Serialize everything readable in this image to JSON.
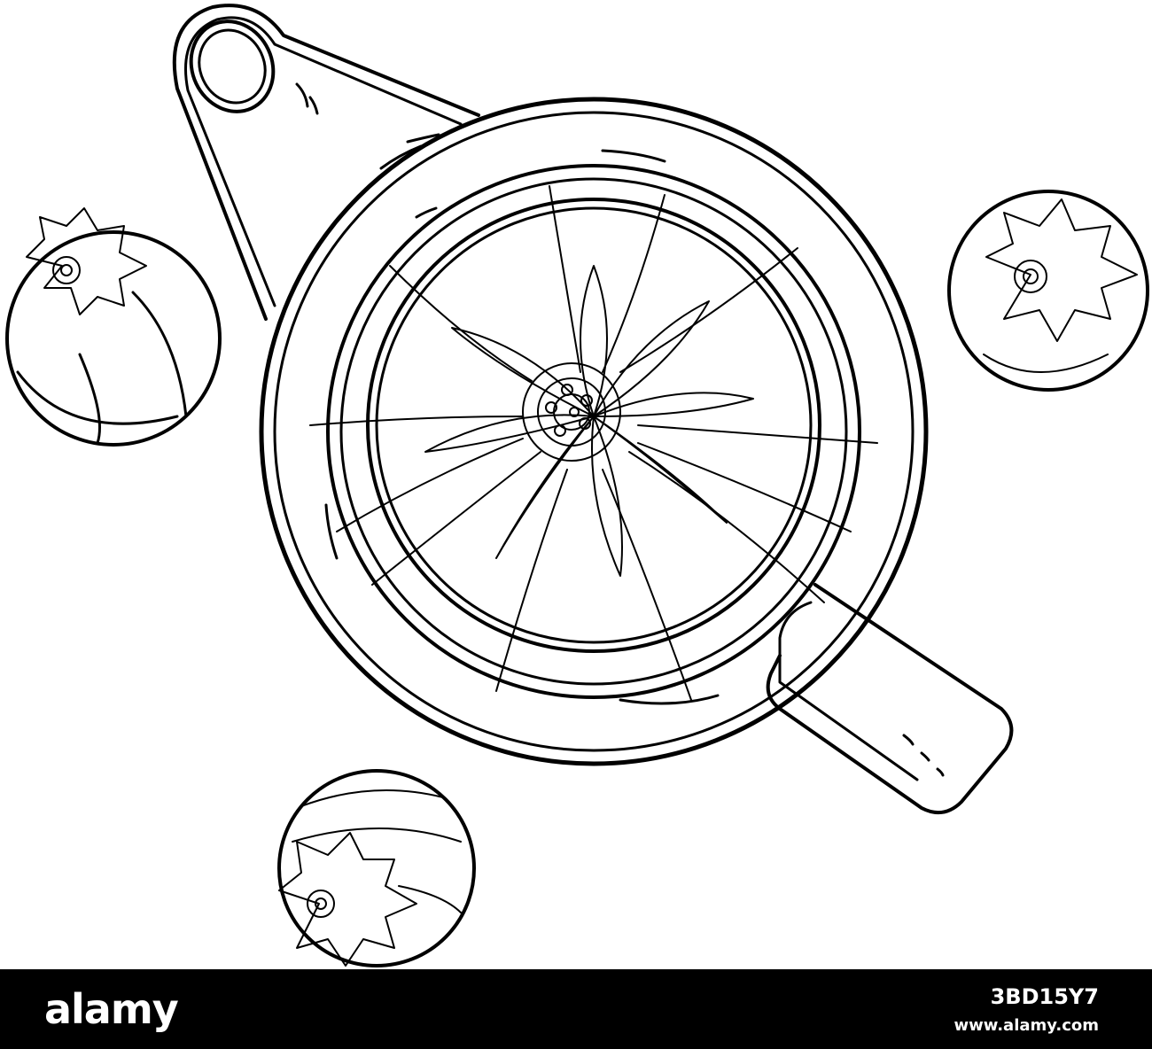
{
  "illustration": {
    "ink_color": "#000000",
    "paper_color": "#ffffff",
    "subject_icons": [
      "teapot-icon",
      "blooming-tea-flower-icon",
      "tea-ball-icon"
    ]
  },
  "footer": {
    "background": "#000000",
    "text_color": "#ffffff",
    "brand": "alamy",
    "image_id": "3BD15Y7",
    "site": "www.alamy.com"
  }
}
